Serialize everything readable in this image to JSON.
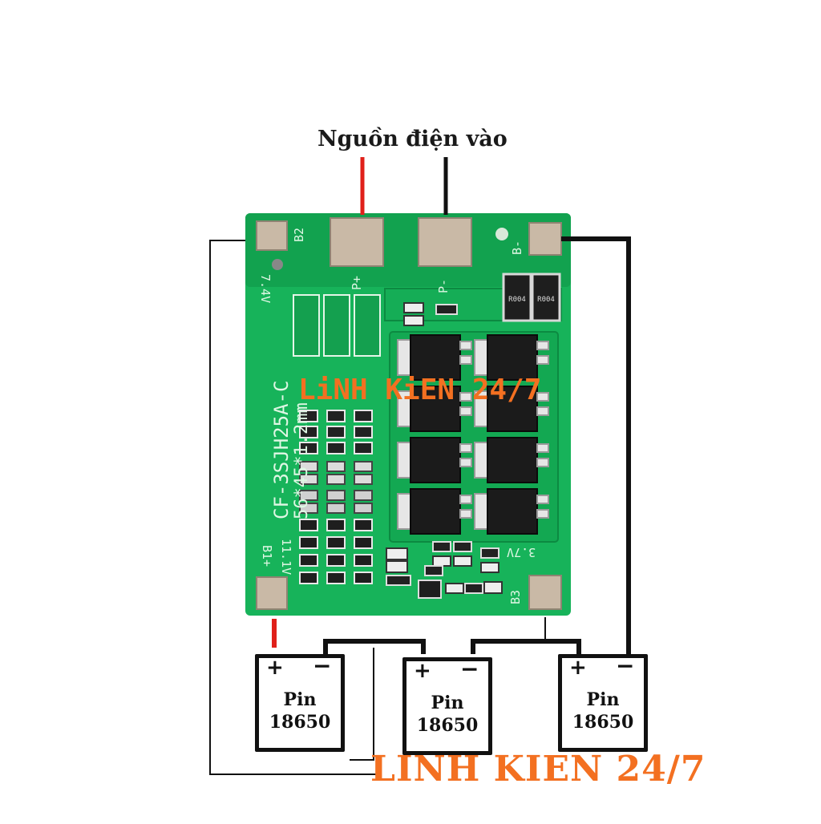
{
  "title": "Nguồn điện vào",
  "brand": "LINH KIEN 24/7",
  "watermark": "LiNH KiEN 24/7",
  "board": {
    "model": "CF-3SJH25A-C",
    "size": "56*45*1.2mm",
    "labels": {
      "b2": "B2",
      "b_minus": "B-",
      "p_plus": "P+",
      "p_minus": "P-",
      "b1_plus": "B1+",
      "b3": "B3",
      "v_7_4": "7.4V",
      "v_11_1": "11.1V",
      "v_3_7": "3.7V"
    },
    "resistor_marking": "R004"
  },
  "batteries": [
    {
      "plus": "+",
      "minus": "−",
      "line1": "Pin",
      "line2": "18650"
    },
    {
      "plus": "+",
      "minus": "−",
      "line1": "Pin",
      "line2": "18650"
    },
    {
      "plus": "+",
      "minus": "−",
      "line1": "Pin",
      "line2": "18650"
    }
  ],
  "colors": {
    "pcb": "#17b35a",
    "pcb_dark": "#0e8f45",
    "pad": "#c9b9a6",
    "wire_red": "#e0201a",
    "wire_black": "#111111",
    "brand_orange": "#f37021"
  }
}
